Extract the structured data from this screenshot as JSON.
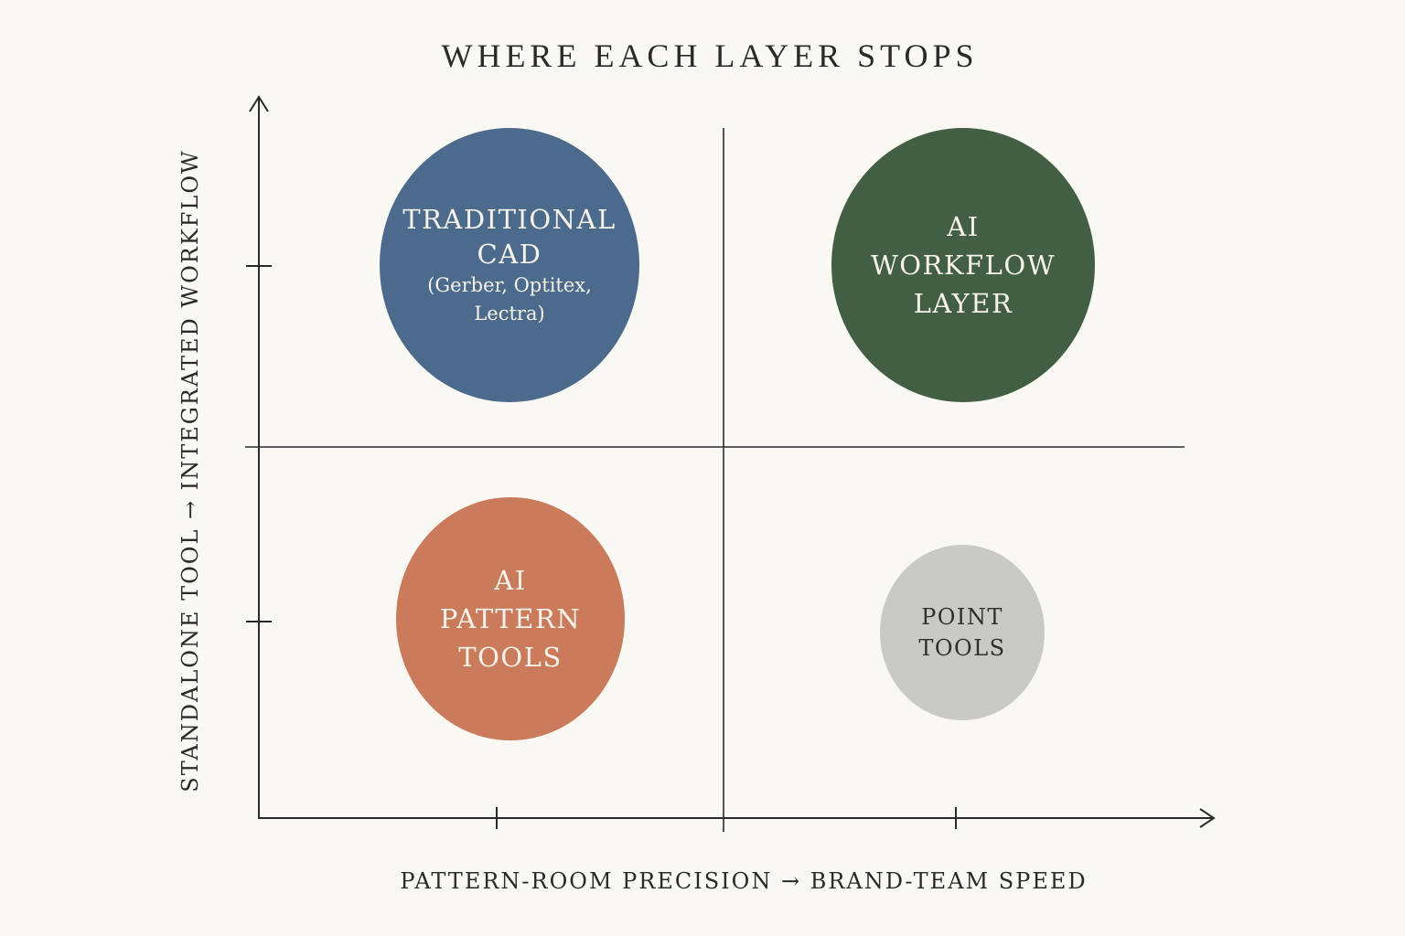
{
  "title": "WHERE EACH LAYER STOPS",
  "x_axis_label": "PATTERN-ROOM PRECISION → BRAND-TEAM SPEED",
  "y_axis_label": "STANDALONE TOOL → INTEGRATED WORKFLOW",
  "bubbles": {
    "traditional_cad": {
      "title": "TRADITIONAL\nCAD",
      "subtitle": "(Gerber, Optitex,\nLectra)",
      "color": "#4b6a8c",
      "text_color": "#f7f3ea"
    },
    "ai_workflow": {
      "title": "AI\nWORKFLOW\nLAYER",
      "color": "#425f43",
      "text_color": "#f7f3ea"
    },
    "ai_pattern": {
      "title": "AI\nPATTERN\nTOOLS",
      "color": "#c97b5c",
      "text_color": "#f7f3ea"
    },
    "point_tools": {
      "title": "POINT\nTOOLS",
      "color": "#c9c9c5",
      "text_color": "#2e2e2e"
    }
  },
  "colors": {
    "background": "#faf8f3",
    "ink": "#2a2a2a"
  }
}
